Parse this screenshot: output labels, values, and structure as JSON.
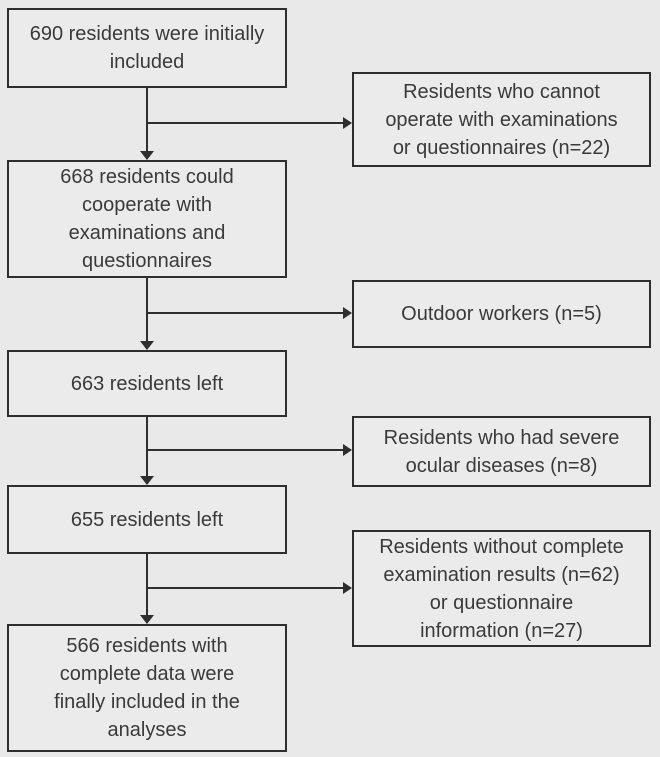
{
  "diagram": {
    "type": "flowchart",
    "description": "Participant inclusion/exclusion flow diagram",
    "colors": {
      "background": "#e9e9e9",
      "box_fill": "#ebebeb",
      "border": "#2e2e2e",
      "text": "#3a3a3a"
    },
    "main": [
      {
        "text": "690 residents were initially included",
        "lines": [
          "690 residents were initially",
          "included"
        ]
      },
      {
        "text": "668 residents could cooperate with examinations and questionnaires",
        "lines": [
          "668 residents could",
          "cooperate with",
          "examinations and",
          "questionnaires"
        ]
      },
      {
        "text": "663 residents left",
        "lines": [
          "663 residents left"
        ]
      },
      {
        "text": "655 residents left",
        "lines": [
          "655 residents left"
        ]
      },
      {
        "text": "566 residents with complete data were finally included in the analyses",
        "lines": [
          "566 residents with",
          "complete data  were",
          "finally included in the",
          "analyses"
        ]
      }
    ],
    "exclusions": [
      {
        "text": "Residents who cannot operate with examinations or questionnaires (n=22)",
        "n": 22,
        "lines": [
          "Residents who cannot",
          "operate with examinations",
          "or questionnaires (n=22)"
        ]
      },
      {
        "text": "Outdoor workers (n=5)",
        "n": 5,
        "lines": [
          "Outdoor workers (n=5)"
        ]
      },
      {
        "text": "Residents who had severe ocular diseases (n=8)",
        "n": 8,
        "lines": [
          "Residents who had severe",
          "ocular diseases (n=8)"
        ]
      },
      {
        "text": "Residents without complete examination results (n=62) or questionnaire information (n=27)",
        "n_examination": 62,
        "n_questionnaire": 27,
        "lines": [
          "Residents without complete",
          "examination results (n=62)",
          "or questionnaire",
          "information (n=27)"
        ]
      }
    ]
  }
}
